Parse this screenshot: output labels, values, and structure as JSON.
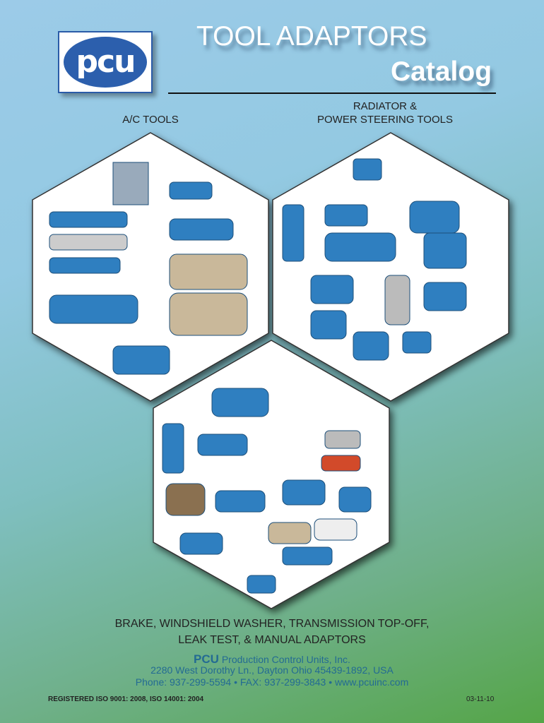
{
  "logo": {
    "text": "pcu"
  },
  "header": {
    "title": "TOOL ADAPTORS",
    "subtitle": "Catalog"
  },
  "categories": {
    "ac": "A/C TOOLS",
    "radiator_line1": "RADIATOR &",
    "radiator_line2": "POWER STEERING TOOLS",
    "brake_line1": "BRAKE, WINDSHIELD WASHER, TRANSMISSION TOP-OFF,",
    "brake_line2": "LEAK TEST, & MANUAL ADAPTORS"
  },
  "footer": {
    "brand": "PCU",
    "company": "Production Control Units, Inc.",
    "address": "2280 West Dorothy Ln., Dayton Ohio 45439-1892, USA",
    "phone": "Phone: 937-299-5594  •  FAX: 937-299-3843  •  www.pcuinc.com",
    "iso": "REGISTERED ISO 9001: 2008,  ISO 14001: 2004",
    "date": "03-11-10"
  },
  "colors": {
    "brand_blue": "#2c5fad",
    "text_blue": "#236b93",
    "tool_blue": "#2f7fc0"
  }
}
